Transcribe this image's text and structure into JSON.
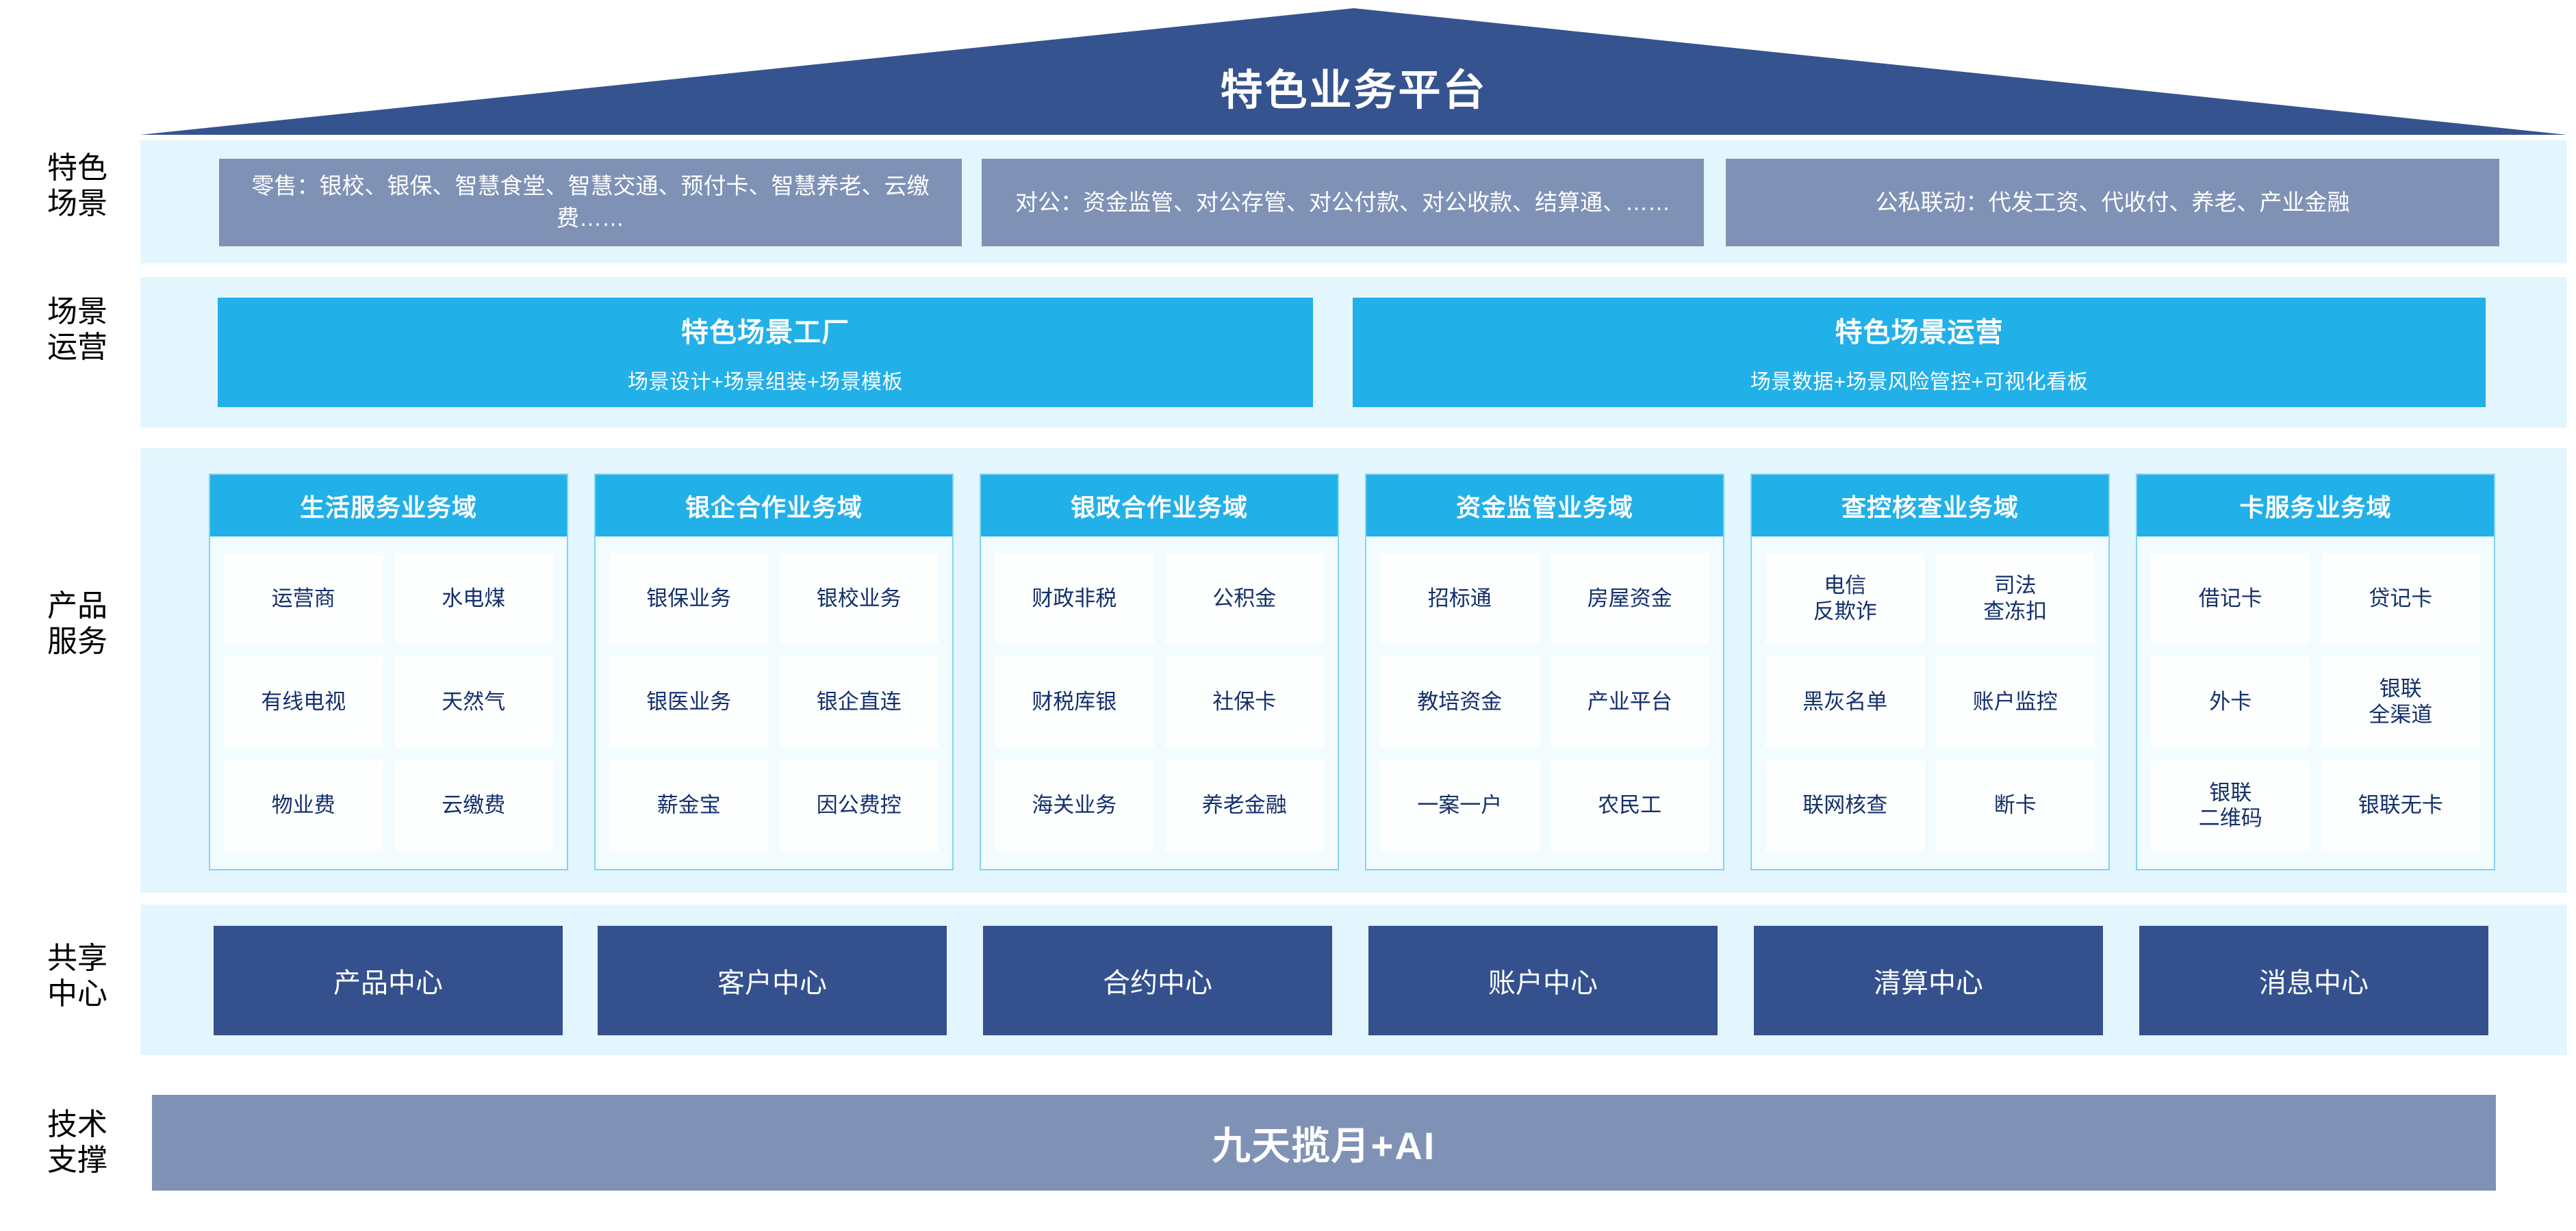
{
  "header": {
    "title": "特色业务平台"
  },
  "rows": {
    "scenario_label": "特色\n场景",
    "operation_label": "场景\n运营",
    "product_label": "产品\n服务",
    "shared_label": "共享\n中心",
    "tech_label": "技术\n支撑"
  },
  "scenarios": [
    {
      "text": "零售：银校、银保、智慧食堂、智慧交通、预付卡、智慧养老、云缴费……"
    },
    {
      "text": "对公：资金监管、对公存管、对公付款、对公收款、结算通、……"
    },
    {
      "text": "公私联动：代发工资、代收付、养老、产业金融"
    }
  ],
  "operations": [
    {
      "title": "特色场景工厂",
      "subtitle": "场景设计+场景组装+场景模板"
    },
    {
      "title": "特色场景运营",
      "subtitle": "场景数据+场景风险管控+可视化看板"
    }
  ],
  "domains": [
    {
      "title": "生活服务业务域",
      "cells": [
        "运营商",
        "水电煤",
        "有线电视",
        "天然气",
        "物业费",
        "云缴费"
      ]
    },
    {
      "title": "银企合作业务域",
      "cells": [
        "银保业务",
        "银校业务",
        "银医业务",
        "银企直连",
        "薪金宝",
        "因公费控"
      ]
    },
    {
      "title": "银政合作业务域",
      "cells": [
        "财政非税",
        "公积金",
        "财税库银",
        "社保卡",
        "海关业务",
        "养老金融"
      ]
    },
    {
      "title": "资金监管业务域",
      "cells": [
        "招标通",
        "房屋资金",
        "教培资金",
        "产业平台",
        "一案一户",
        "农民工"
      ]
    },
    {
      "title": "查控核查业务域",
      "cells": [
        "电信\n反欺诈",
        "司法\n查冻扣",
        "黑灰名单",
        "账户监控",
        "联网核查",
        "断卡"
      ]
    },
    {
      "title": "卡服务业务域",
      "cells": [
        "借记卡",
        "贷记卡",
        "外卡",
        "银联\n全渠道",
        "银联\n二维码",
        "银联无卡"
      ]
    }
  ],
  "shared_centers": [
    "产品中心",
    "客户中心",
    "合约中心",
    "账户中心",
    "清算中心",
    "消息中心"
  ],
  "tech_support": {
    "label": "九天揽月+AI"
  },
  "colors": {
    "roof_navy": "#35538f",
    "scenario_slate": "#7f92b6",
    "cyan": "#22b0e8",
    "panel_pale": "#e4f6fd",
    "column_pale": "#f2fbfe",
    "column_border": "#7fd4f2",
    "cell_text_navy": "#13306c",
    "center_navy": "#34518e"
  }
}
